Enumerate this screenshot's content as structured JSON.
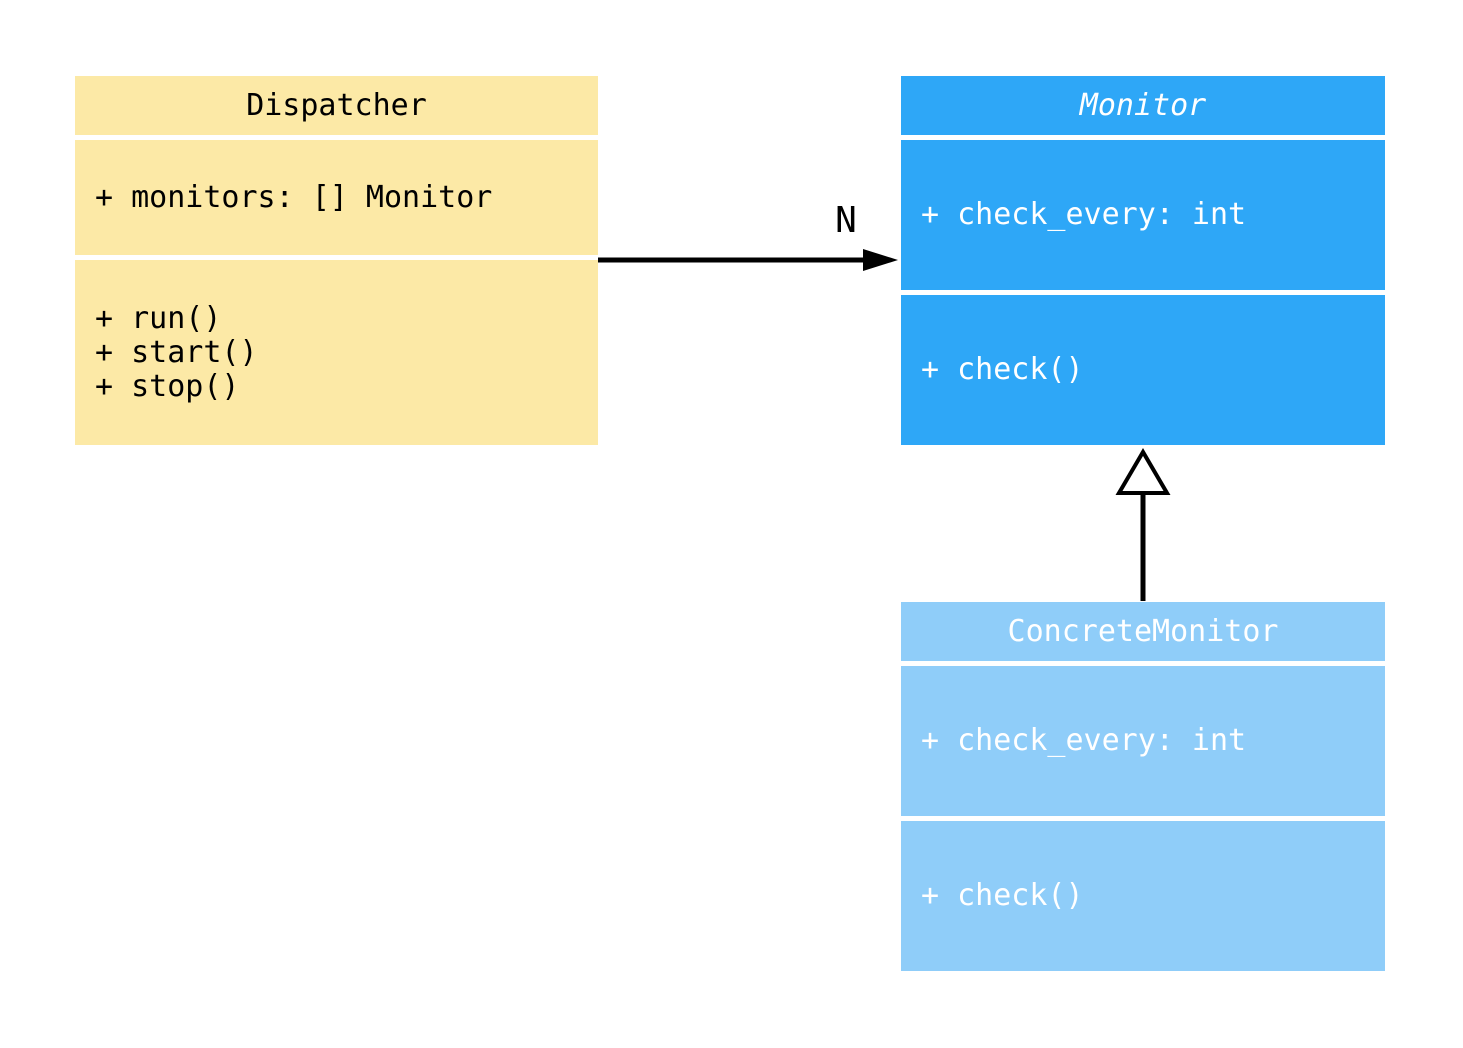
{
  "diagram": {
    "type": "uml-class-diagram",
    "background": "#ffffff",
    "classes": [
      {
        "name": "Dispatcher",
        "title": "Dispatcher",
        "abstract": false,
        "fill": "#FCE9A6",
        "text_color": "#000000",
        "attributes": [
          "+ monitors: [] Monitor"
        ],
        "methods": [
          "+ run()",
          "+ start()",
          "+ stop()"
        ]
      },
      {
        "name": "Monitor",
        "title": "Monitor",
        "abstract": true,
        "fill": "#2EA7F7",
        "text_color": "#FFFFFF",
        "attributes": [
          "+ check_every: int"
        ],
        "methods": [
          "+ check()"
        ]
      },
      {
        "name": "ConcreteMonitor",
        "title": "ConcreteMonitor",
        "abstract": false,
        "fill": "#8FCDF9",
        "text_color": "#FFFFFF",
        "attributes": [
          "+ check_every: int"
        ],
        "methods": [
          "+ check()"
        ]
      }
    ],
    "relationships": [
      {
        "type": "directed-association",
        "from": "Dispatcher",
        "to": "Monitor",
        "label": "N",
        "line_color": "#000000"
      },
      {
        "type": "generalization",
        "from": "ConcreteMonitor",
        "to": "Monitor",
        "label": "",
        "line_color": "#000000"
      }
    ]
  }
}
